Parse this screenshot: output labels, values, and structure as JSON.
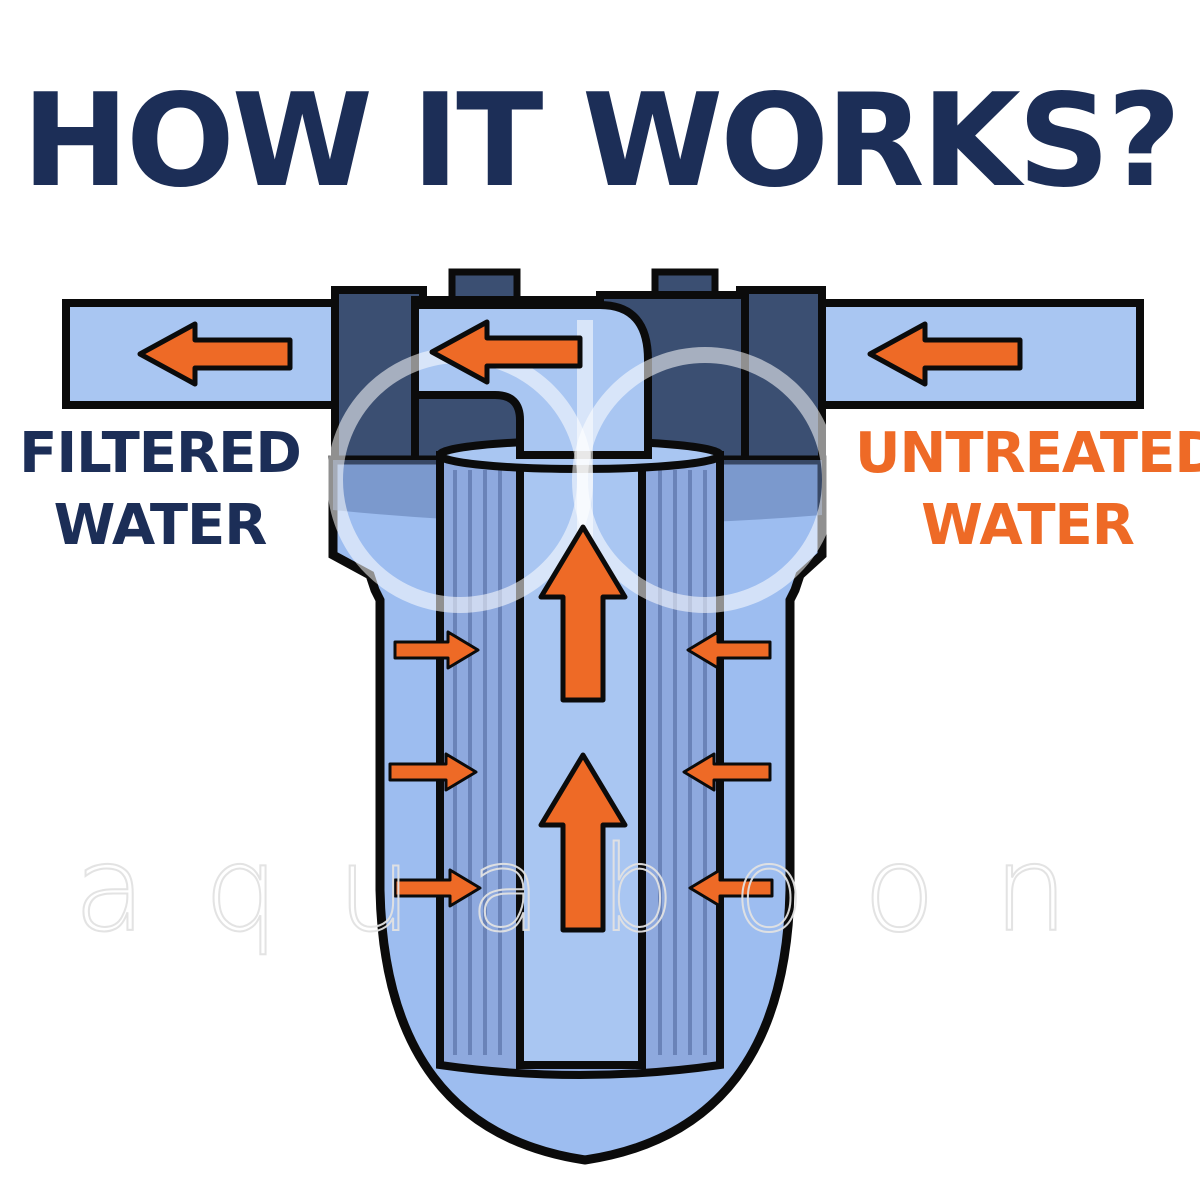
{
  "title": "HOW IT WORKS?",
  "labels": {
    "filtered_line1": "FILTERED",
    "filtered_line2": "WATER",
    "untreated_line1": "UNTREATED",
    "untreated_line2": "WATER"
  },
  "watermark": "aquaboon",
  "colors": {
    "navy": "#1c2e57",
    "orange": "#ee6a26",
    "water_light": "#a9c6f2",
    "water_mid": "#8fb4ec",
    "cartridge": "#7a9ad2",
    "outline": "#0b0b0b",
    "cap": "#3b4f72"
  },
  "icons": {
    "flow_arrow": "orange-arrow-icon",
    "logo": "watermark-logo"
  }
}
